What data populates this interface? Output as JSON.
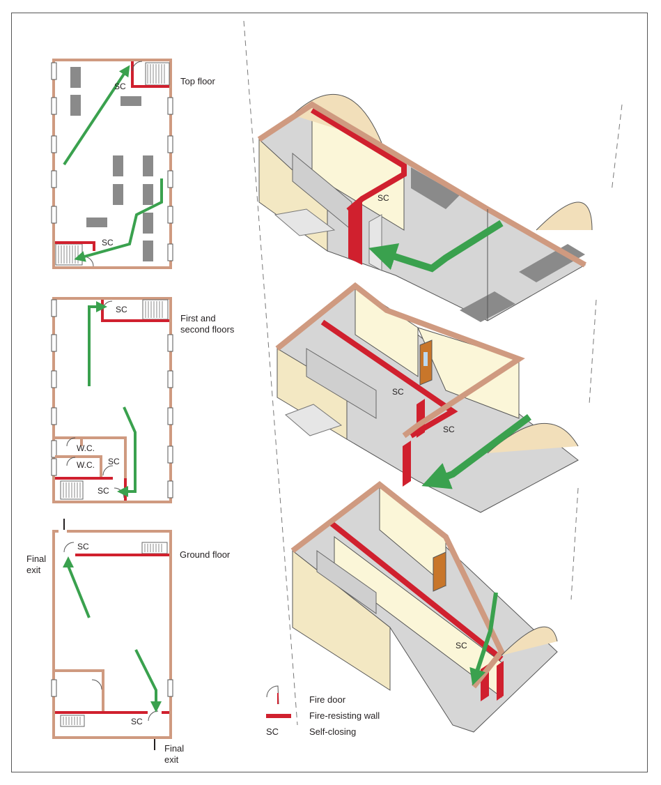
{
  "colors": {
    "wall": "#cf9a80",
    "fire_wall": "#d0202e",
    "arrow": "#3aa14e",
    "floor": "#d6d6d6",
    "wall_face": "#fbf6d8",
    "furniture": "#8a8a8a",
    "door": "#c8762a"
  },
  "plans": {
    "top_floor_label": "Top floor",
    "first_second_label": "First and second floors",
    "ground_floor_label": "Ground floor",
    "final_exit_label": "Final exit",
    "sc": "SC",
    "wc": "W.C."
  },
  "legend": {
    "fire_door": "Fire door",
    "fire_wall": "Fire-resisting wall",
    "sc_symbol": "SC",
    "self_closing": "Self-closing"
  }
}
